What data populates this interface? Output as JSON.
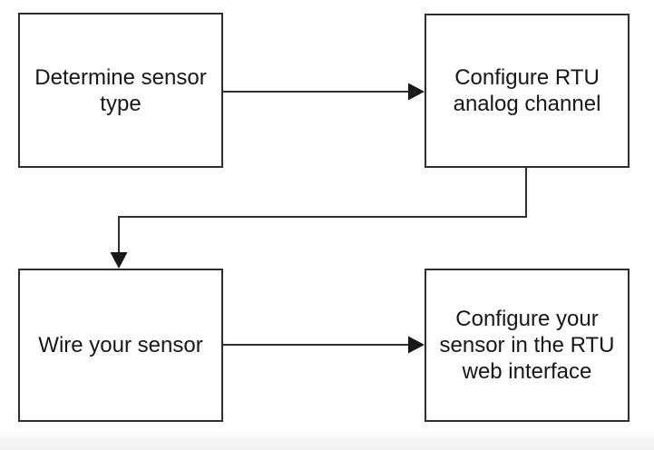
{
  "diagram": {
    "type": "flowchart",
    "nodes": [
      {
        "id": "determine-sensor-type",
        "label": "Determine sensor\ntype"
      },
      {
        "id": "configure-rtu-analog-channel",
        "label": "Configure RTU\nanalog channel"
      },
      {
        "id": "wire-your-sensor",
        "label": "Wire your sensor"
      },
      {
        "id": "configure-sensor-web-interface",
        "label": "Configure your\nsensor in the RTU\nweb interface"
      }
    ],
    "edges": [
      {
        "from": "determine-sensor-type",
        "to": "configure-rtu-analog-channel",
        "style": "straight-right"
      },
      {
        "from": "configure-rtu-analog-channel",
        "to": "wire-your-sensor",
        "style": "elbow-down-left-down"
      },
      {
        "from": "wire-your-sensor",
        "to": "configure-sensor-web-interface",
        "style": "straight-right"
      }
    ],
    "colors": {
      "background": "#ffffff",
      "box_fill": "#ffffff",
      "line": "#2e2e2e",
      "text": "#171717"
    }
  }
}
